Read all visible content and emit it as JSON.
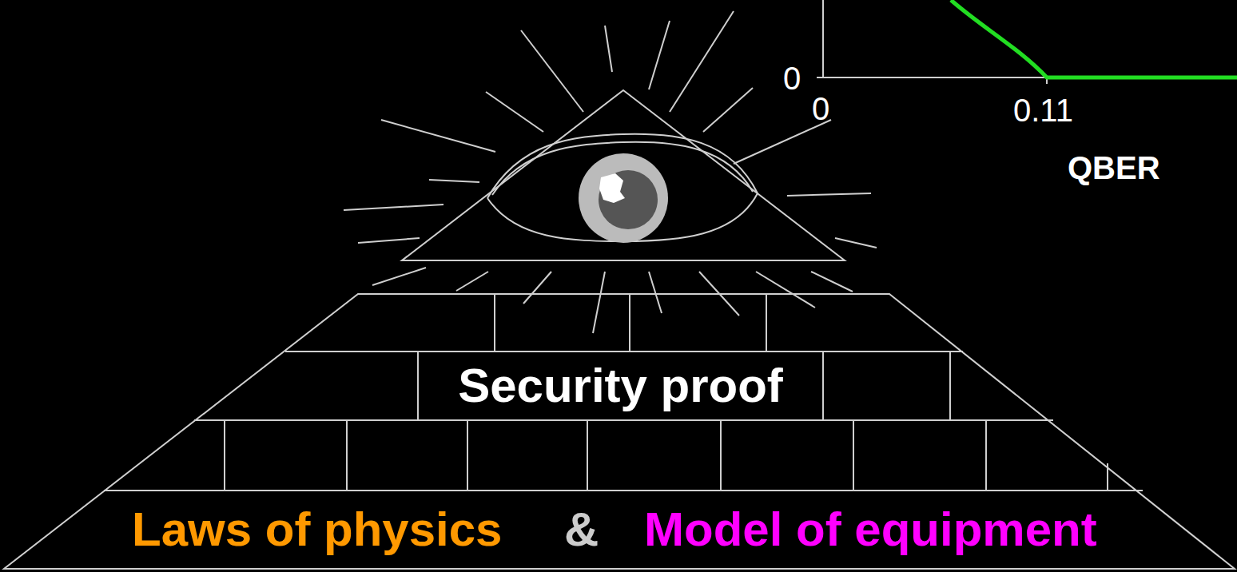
{
  "diagram": {
    "nodes": [
      {
        "text": [
          "Security proof"
        ]
      },
      {
        "text": [
          "Laws of physics",
          "&",
          "Model of equipment"
        ]
      }
    ],
    "labels": [
      "0",
      "0",
      "0.11",
      "QBER"
    ]
  }
}
